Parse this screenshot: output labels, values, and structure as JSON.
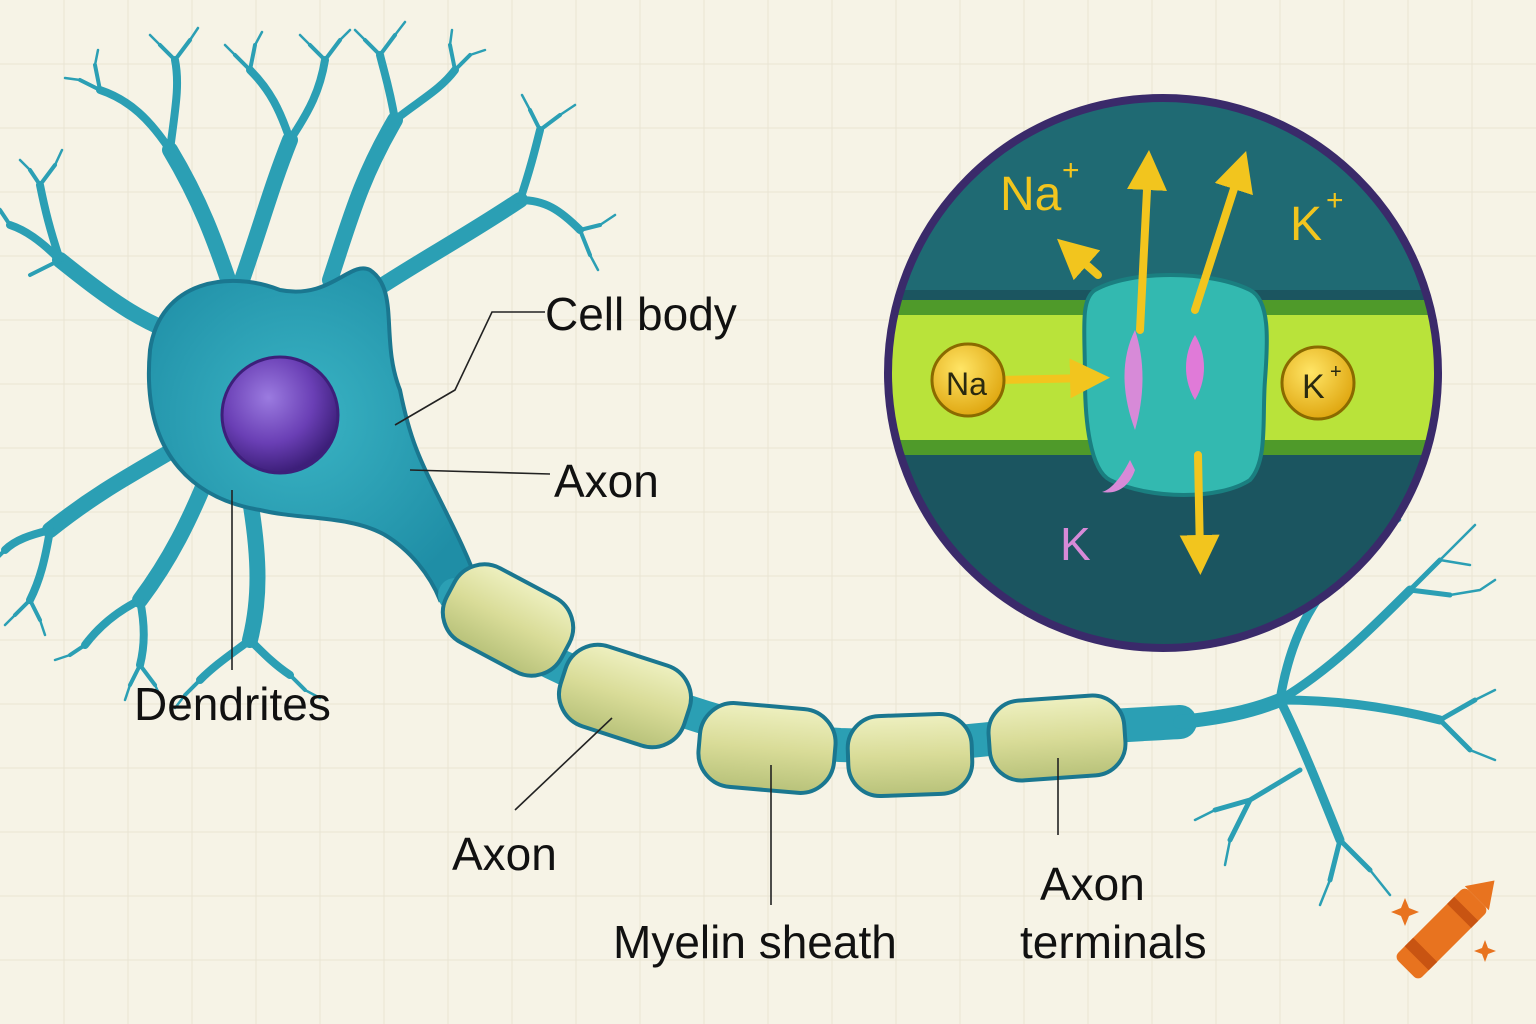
{
  "labels": {
    "cell_body": "Cell body",
    "axon_upper": "Axon",
    "dendrites": "Dendrites",
    "axon_lower": "Axon",
    "myelin_sheath": "Myelin sheath",
    "axon_terminals_line1": "Axon",
    "axon_terminals_line2": "terminals"
  },
  "inset": {
    "na_top": "Na",
    "na_top_charge": "+",
    "k_top": "K",
    "k_top_charge": "+",
    "na_ball": "Na",
    "k_ball": "K",
    "k_ball_charge": "+",
    "k_bottom": "K"
  },
  "colors": {
    "background": "#f6f3e6",
    "neuron": "#2b9fb4",
    "neuron_dark": "#1a7790",
    "nucleus": "#6a3fb5",
    "myelin": "#dfe3a6",
    "inset_fill": "#1b5560",
    "inset_ring": "#3a2a6a",
    "membrane": "#b9e33a",
    "channel": "#33b9b0",
    "ion_yellow": "#f2c51e",
    "ion_pink": "#d78ad8"
  },
  "logo": {
    "icon": "crayon-icon"
  }
}
